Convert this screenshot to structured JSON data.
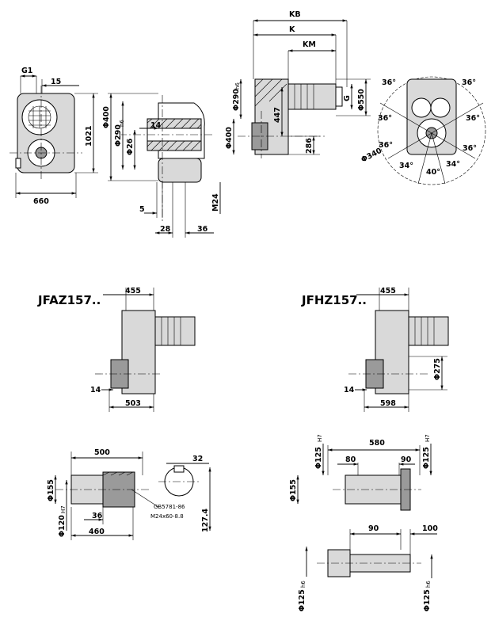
{
  "views": {
    "front": {
      "g1": "G1",
      "d15": "15",
      "d1021": "1021",
      "d660": "660"
    },
    "section": {
      "phi400": "Φ400",
      "phi290": "Φ290",
      "phi290_tol": "h6",
      "d14": "14",
      "phi26": "Φ26",
      "d5": "5",
      "d28": "28",
      "d36": "36",
      "m24": "M24"
    },
    "side": {
      "kb": "KB",
      "k": "K",
      "km": "KM",
      "phi290": "Φ290",
      "phi290_tol": "h6",
      "d447": "447",
      "phi400": "Φ400",
      "d286": "286",
      "g": "G",
      "phi550": "Φ550"
    },
    "flange": {
      "a1": "36°",
      "a2": "36°",
      "a3": "36°",
      "a4": "36°",
      "a5": "36°",
      "a6": "36°",
      "a7": "34°",
      "a8": "40°",
      "a9": "34°",
      "phi340": "Φ340"
    }
  },
  "jfaz": {
    "title": "JFAZ157..",
    "d455": "455",
    "d14": "14",
    "d503": "503"
  },
  "jfhz": {
    "title": "JFHZ157..",
    "d455": "455",
    "phi275": "Φ275",
    "d14": "14",
    "d598": "598"
  },
  "hollow_shaft_a": {
    "d500": "500",
    "phi155": "Φ155",
    "phi120": "Φ120",
    "phi120_tol": "H7",
    "d36": "36",
    "d460": "460",
    "d32": "32",
    "d127_4": "127.4",
    "gb1": "GB5781-86",
    "gb2": "M24x60-8.8"
  },
  "hollow_shaft_h": {
    "d580": "580",
    "phi125a": "Φ125",
    "phi125a_tol": "H7",
    "d80": "80",
    "d90": "90",
    "phi125b": "Φ125",
    "phi125b_tol": "H7",
    "phi155": "Φ155",
    "d90b": "90",
    "d100": "100",
    "phi125c": "Φ125",
    "phi125c_tol": "h6",
    "phi125d": "Φ125",
    "phi125d_tol": "h6"
  }
}
